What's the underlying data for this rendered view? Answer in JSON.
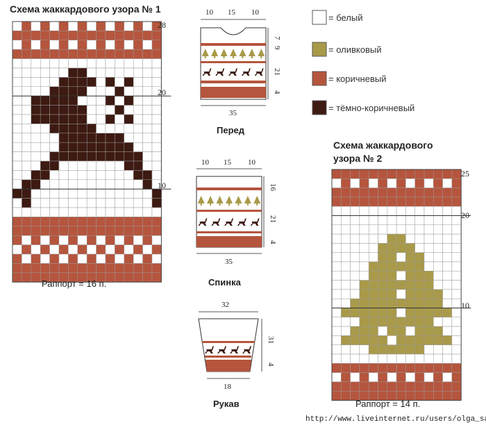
{
  "colors": {
    "white": "#ffffff",
    "olive": "#a99a4a",
    "brown": "#b5553d",
    "dark": "#3d1a12",
    "grid": "#9a9a9a"
  },
  "legend": [
    {
      "color": "white",
      "label": "= белый"
    },
    {
      "color": "olive",
      "label": "= оливковый"
    },
    {
      "color": "brown",
      "label": "= коричневый"
    },
    {
      "color": "dark",
      "label": "= тёмно-коричневый"
    }
  ],
  "chart1": {
    "title": "Схема жаккардового узора № 1",
    "row_labels": [
      "28",
      "20",
      "10"
    ],
    "repeat": "Раппорт = 16 п."
  },
  "chart2": {
    "title_line1": "Схема жаккардового",
    "title_line2": "узора № 2",
    "row_labels": [
      "25",
      "20",
      "10"
    ],
    "repeat": "Раппорт = 14 п."
  },
  "front": {
    "caption": "Перед",
    "top_dims": [
      "10",
      "15",
      "10"
    ],
    "side_dims": [
      "7",
      "9",
      "21",
      "4"
    ],
    "bottom_dim": "35"
  },
  "back": {
    "caption": "Спинка",
    "top_dims": [
      "10",
      "15",
      "10"
    ],
    "side_dims": [
      "16",
      "21",
      "4"
    ],
    "bottom_dim": "35"
  },
  "sleeve": {
    "caption": "Рукав",
    "top_dim": "32",
    "side_dims": [
      "31",
      "4"
    ],
    "bottom_dim": "18"
  },
  "watermark": "http://www.liveinternet.ru/users/olga_san/"
}
